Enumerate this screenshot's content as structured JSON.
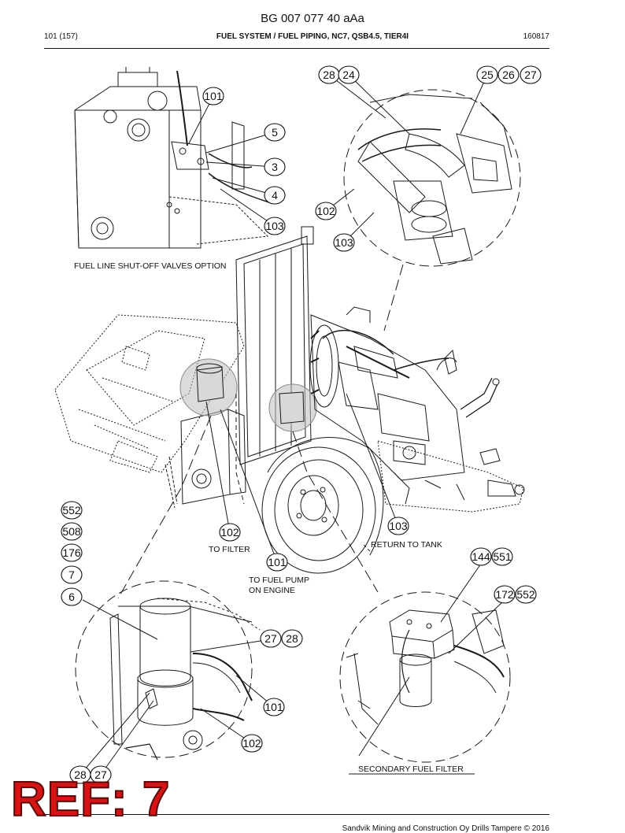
{
  "header": {
    "doc_title": "BG 007 077 40 aAa",
    "page": "101 (157)",
    "section_title": "FUEL SYSTEM / FUEL PIPING, NC7, QSB4.5, TIER4I",
    "date_code": "160817"
  },
  "captions": {
    "shutoff_option": "FUEL LINE SHUT-OFF VALVES OPTION",
    "to_filter": "TO FILTER",
    "to_fuel_pump_line1": "TO FUEL PUMP",
    "to_fuel_pump_line2": "ON ENGINE",
    "return_to_tank": "RETURN TO TANK",
    "secondary_filter": "SECONDARY FUEL FILTER"
  },
  "reference_stamp": "REF: 7",
  "footer": "Sandvik Mining and Construction Oy Drills Tampere © 2016",
  "callouts": [
    "101",
    "5",
    "3",
    "4",
    "103",
    "28",
    "24",
    "25",
    "26",
    "27",
    "102",
    "103",
    "552",
    "508",
    "176",
    "7",
    "6",
    "102",
    "101",
    "103",
    "144",
    "551",
    "172",
    "552",
    "27",
    "28",
    "101",
    "102",
    "28",
    "27"
  ]
}
